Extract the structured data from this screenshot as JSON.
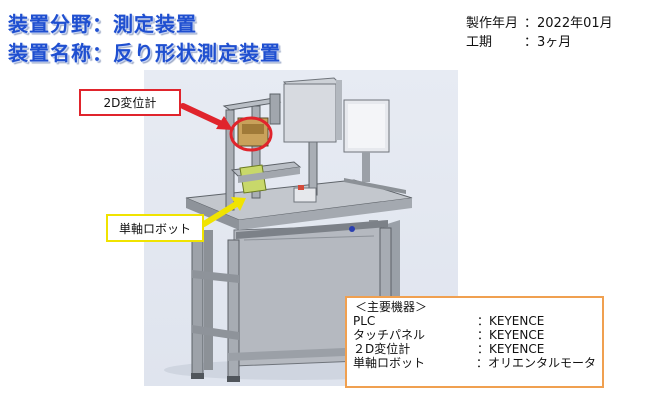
{
  "title": {
    "line1": "装置分野：測定装置",
    "line2": "装置名称：反り形状測定装置"
  },
  "meta": {
    "date_label": "製作年月",
    "date_value": "：2022年01月",
    "period_label": "工期",
    "period_value": "：3ヶ月"
  },
  "callouts": {
    "sensor": "2D変位計",
    "robot": "単軸ロボット"
  },
  "spec": {
    "header": "＜主要機器＞",
    "rows": [
      {
        "name": "PLC",
        "value": "：KEYENCE"
      },
      {
        "name": "タッチパネル",
        "value": "：KEYENCE"
      },
      {
        "name": "２D変位計",
        "value": "：KEYENCE"
      },
      {
        "name": "単軸ロボット",
        "value": "：オリエンタルモータ"
      }
    ]
  },
  "colors": {
    "title": "#1f4fd0",
    "sensor_callout": "#e0242c",
    "robot_callout": "#f0e300",
    "spec_border": "#f0a050"
  }
}
